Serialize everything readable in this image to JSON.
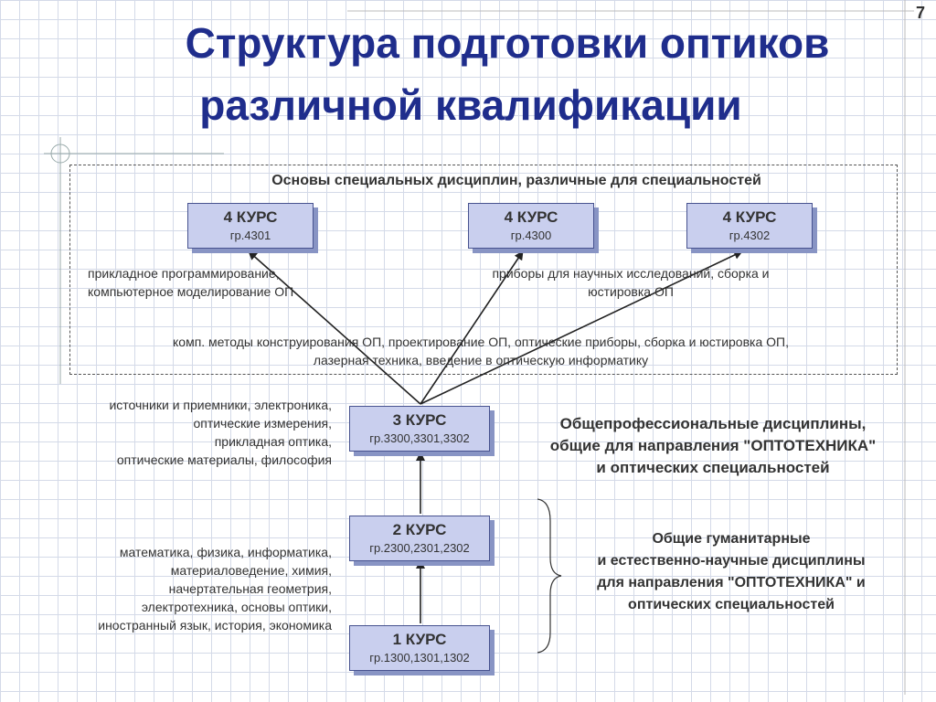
{
  "page_number": "7",
  "title": {
    "line1": "Структура подготовки оптиков",
    "line2": "различной квалификации"
  },
  "special_section": {
    "heading": "Основы специальных дисциплин, различные для специальностей",
    "left_text_1": "прикладное программирование,",
    "left_text_2": "компьютерное моделирование ОП",
    "right_text_1": "приборы для научных исследований, сборка и",
    "right_text_2": "юстировка ОП",
    "common_text_1": "комп. методы конструирования ОП, проектирование ОП, оптические приборы, сборка и юстировка ОП,",
    "common_text_2": "лазерная техника, введение в оптическую информатику"
  },
  "courses": {
    "c4a": {
      "title": "4 КУРС",
      "group": "гр.4301"
    },
    "c4b": {
      "title": "4 КУРС",
      "group": "гр.4300"
    },
    "c4c": {
      "title": "4 КУРС",
      "group": "гр.4302"
    },
    "c3": {
      "title": "3 КУРС",
      "group": "гр.3300,3301,3302"
    },
    "c2": {
      "title": "2 КУРС",
      "group": "гр.2300,2301,2302"
    },
    "c1": {
      "title": "1 КУРС",
      "group": "гр.1300,1301,1302"
    }
  },
  "course3_subjects": [
    "источники и приемники, электроника,",
    "оптические измерения,",
    "прикладная оптика,",
    "оптические материалы, философия"
  ],
  "course12_subjects": [
    "математика, физика, информатика,",
    "материаловедение, химия,",
    "начертательная геометрия,",
    "электротехника, основы оптики,",
    "иностранный язык, история, экономика"
  ],
  "professional_label": [
    "Общепрофессиональные дисциплины,",
    "общие для направления \"ОПТОТЕХНИКА\"",
    "и оптических специальностей"
  ],
  "humanitarian_label": [
    "Общие гуманитарные",
    "и естественно-научные дисциплины",
    "для направления \"ОПТОТЕХНИКА\" и",
    "оптических специальностей"
  ]
}
